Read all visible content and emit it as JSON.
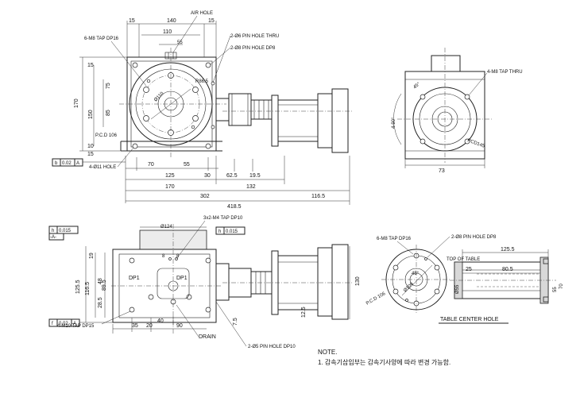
{
  "labels": {
    "air_hole": "AIR HOLE",
    "tap_6m8_dp16": "6-M8 TAP DP16",
    "pin_hole_thru": "2-Ø6 PIN HOLE THRU",
    "pin_hole_dp8": "2-Ø8 PIN HOLE DP8",
    "tap_4m8_thru": "4-M8 TAP THRU",
    "hole_4_11": "4-Ø11 HOLE",
    "tap_3x2_m4": "3x2-M4 TAP DP10",
    "tap_4m10": "4-M10 TAP DP15",
    "drain": "DRAIN",
    "pin_hole_dp10": "2-Ø5 PIN HOLE DP10",
    "tap_6m8_dp16_b": "6-M8 TAP DP16",
    "pin_hole_dp8_b": "2-Ø8 PIN HOLE DP8",
    "top_of_table": "TOP OF TABLE",
    "table_center_hole": "TABLE CENTER HOLE",
    "pcd106": "P.C.D 106",
    "pcd106_b": "P.C.D 106",
    "pcd145": "PCD145",
    "dp1": "DP1",
    "dp1_b": "DP1",
    "r86_5": "R86.5",
    "deg_4_90": "4-90°",
    "deg_45": "45°",
    "deg_45_b": "45°",
    "phi110": "Ø110",
    "phi55": "Ø55",
    "phi124": "Ø124",
    "phi106": "Ø106",
    "phi80": "Ø80"
  },
  "tolerance_frames": {
    "b": {
      "ref": "b",
      "val": "0.02",
      "datum": "A"
    },
    "h_top_left": {
      "ref": "h",
      "val": "0.015"
    },
    "h_top_right": {
      "ref": "h",
      "val": "0.015"
    },
    "f": {
      "ref": "f",
      "val": "0.02",
      "datum": "A"
    },
    "datum_a": "-A-"
  },
  "dims": {
    "d140": "140",
    "d15a": "15",
    "d15b": "15",
    "d110": "110",
    "d55": "55",
    "d85": "85",
    "d170v": "170",
    "d150": "150",
    "d75": "75",
    "d15c": "15",
    "d10": "10",
    "d15d": "15",
    "d70": "70",
    "d125": "125",
    "d30": "30",
    "d62_5": "62.5",
    "d19_5": "19.5",
    "d170h": "170",
    "d132": "132",
    "d302": "302",
    "d116_5": "116.5",
    "d418_5": "418.5",
    "d73": "73",
    "d8a": "8",
    "d8b": "8",
    "d19": "19",
    "d89_5": "89.5",
    "d48": "48",
    "d28_5": "28.5",
    "d125_5": "125.5",
    "d116_5v": "116.5",
    "d35": "35",
    "d20": "20",
    "d40": "40",
    "d90": "90",
    "d7_5": "7.5",
    "d12_5": "12.5",
    "d130": "130",
    "d25": "25",
    "d80_5": "80.5",
    "d125_5h": "125.5",
    "d70v": "70",
    "d55v": "55"
  },
  "note": {
    "title": "NOTE.",
    "line1": "1. 감속기삽입부는 감속기사양에 따라 변경 가능함."
  }
}
